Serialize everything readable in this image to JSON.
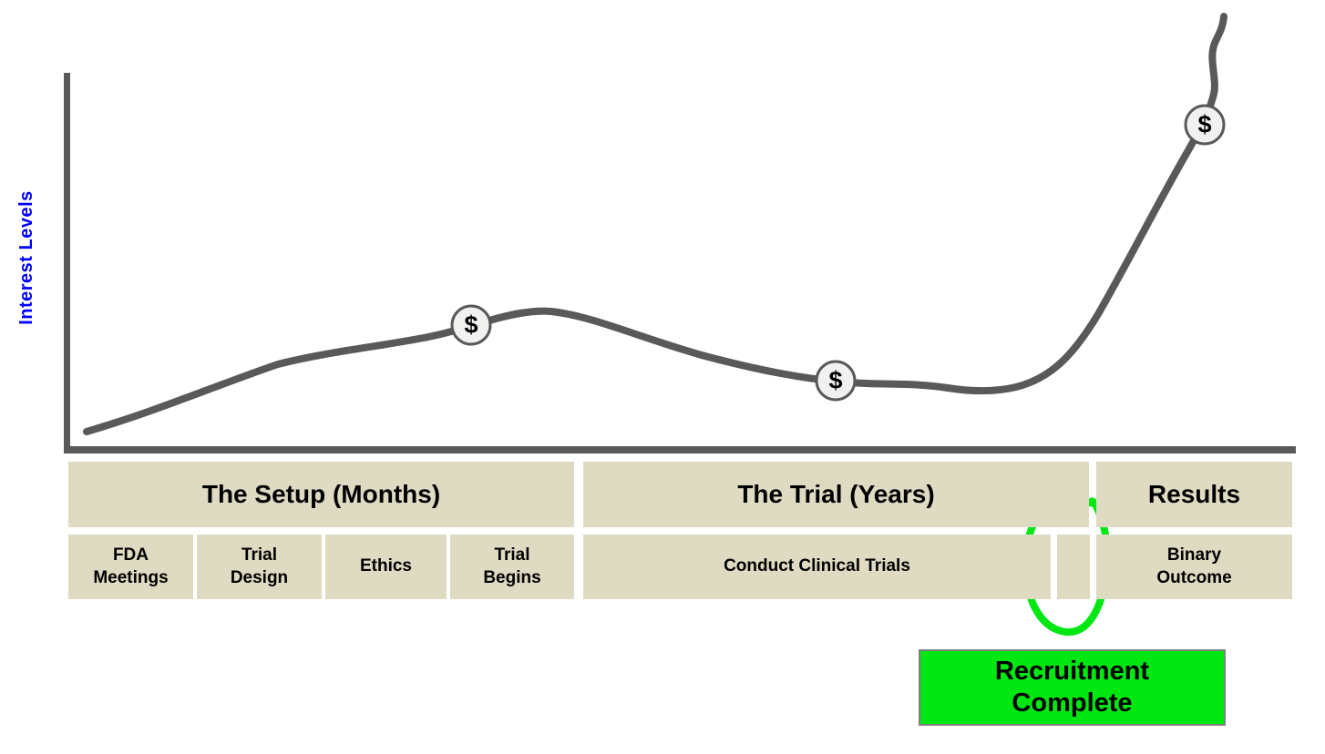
{
  "axis": {
    "y_label": "Interest Levels",
    "x_label": "",
    "y_label_color": "#0000ff",
    "axis_color": "#595959"
  },
  "markers": {
    "dollar_symbol": "$",
    "count": 3
  },
  "timeline": {
    "headers": [
      {
        "id": "setup",
        "label": "The Setup (Months)"
      },
      {
        "id": "trial",
        "label": "The Trial (Years)"
      },
      {
        "id": "results",
        "label": "Results"
      }
    ],
    "phases": [
      {
        "id": "fda-meetings",
        "label": "FDA\nMeetings"
      },
      {
        "id": "trial-design",
        "label": "Trial\nDesign"
      },
      {
        "id": "ethics",
        "label": "Ethics"
      },
      {
        "id": "trial-begins",
        "label": "Trial\nBegins"
      },
      {
        "id": "conduct",
        "label": "Conduct Clinical Trials"
      },
      {
        "id": "unlabeled",
        "label": ""
      },
      {
        "id": "binary-outcome",
        "label": "Binary\nOutcome"
      }
    ],
    "box_color": "#dfdac2"
  },
  "annotation": {
    "recruitment_label": "Recruitment\nComplete",
    "highlight_color": "#00e712",
    "circled_target": "unlabeled phase box at end of The Trial section"
  },
  "colors": {
    "curve": "#595959",
    "tan_box": "#dfdac2",
    "bright_green": "#00e712",
    "blue_label": "#0000ff",
    "marker_fill": "#f1f1ef",
    "recruit_border": "#808080",
    "background": "#ffffff"
  },
  "chart_data": {
    "type": "line",
    "title": "",
    "xlabel": "",
    "ylabel": "Interest Levels",
    "axes": {
      "x_ticks": "none",
      "y_ticks": "none",
      "grid": false
    },
    "x_sections": [
      {
        "label": "The Setup (Months)",
        "x_pct_range": [
          0,
          41
        ]
      },
      {
        "label": "The Trial (Years)",
        "x_pct_range": [
          42,
          83
        ]
      },
      {
        "label": "Results",
        "x_pct_range": [
          84,
          100
        ]
      }
    ],
    "series": [
      {
        "name": "Interest Levels",
        "note": "qualitative curve, y in % of axis height (exceeds 100 at far right, line runs off top of chart)",
        "points_pct": [
          [
            2,
            4
          ],
          [
            8,
            10
          ],
          [
            17,
            22
          ],
          [
            30,
            29
          ],
          [
            33,
            32
          ],
          [
            39,
            36
          ],
          [
            52,
            24
          ],
          [
            63,
            18
          ],
          [
            72,
            16
          ],
          [
            74,
            15
          ],
          [
            81,
            22
          ],
          [
            84,
            35
          ],
          [
            89,
            65
          ],
          [
            93,
            86
          ],
          [
            94,
            105
          ],
          [
            94,
            115
          ]
        ]
      }
    ],
    "money_markers": [
      {
        "symbol": "$",
        "x_pct": 33,
        "y_pct": 32,
        "near_phase": "Trial Begins"
      },
      {
        "symbol": "$",
        "x_pct": 63,
        "y_pct": 18,
        "near_phase": "Conduct Clinical Trials"
      },
      {
        "symbol": "$",
        "x_pct": 93,
        "y_pct": 86,
        "near_phase": "Binary Outcome"
      }
    ],
    "annotations": [
      {
        "type": "hand-drawn-circle",
        "color": "#00e712",
        "target": "small unlabeled phase box before Results"
      },
      {
        "type": "callout-box",
        "color": "#00e712",
        "text": "Recruitment Complete"
      }
    ]
  }
}
